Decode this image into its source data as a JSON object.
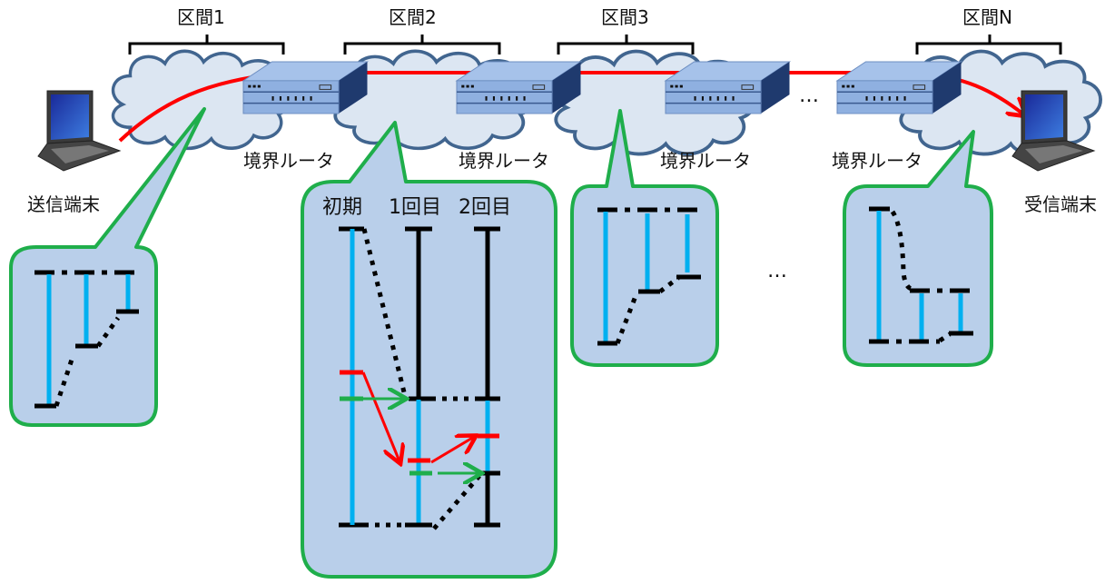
{
  "sections": [
    {
      "label": "区間1"
    },
    {
      "label": "区間2"
    },
    {
      "label": "区間3"
    },
    {
      "label": "区間N"
    }
  ],
  "routers": [
    {
      "label": "境界ルータ"
    },
    {
      "label": "境界ルータ"
    },
    {
      "label": "境界ルータ"
    },
    {
      "label": "境界ルータ"
    }
  ],
  "terminals": {
    "sender": "送信端末",
    "receiver": "受信端末"
  },
  "ellipsis": "…",
  "detail_bubble": {
    "columns": [
      "初期",
      "1回目",
      "2回目"
    ]
  },
  "colors": {
    "path_line": "#ff0000",
    "cloud_fill": "#dce6f2",
    "cloud_stroke": "#41658f",
    "bubble_fill": "#b9cfea",
    "bubble_stroke": "#1fae4b",
    "interval_bar": "#00b0f0",
    "router_body": "#8fb0e0"
  }
}
